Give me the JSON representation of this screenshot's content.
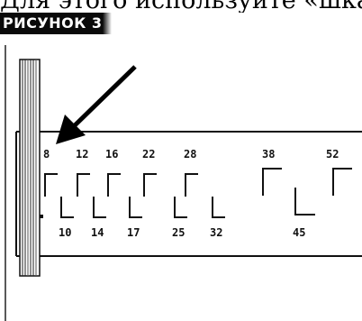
{
  "header": {
    "top_text": "Для этого используйте «шкал",
    "figure_label": "РИСУНОК 3"
  },
  "scale": {
    "top_numbers": [
      "8",
      "12",
      "16",
      "22",
      "28",
      "38",
      "52"
    ],
    "bottom_numbers": [
      "10",
      "14",
      "17",
      "25",
      "32",
      "45"
    ]
  }
}
